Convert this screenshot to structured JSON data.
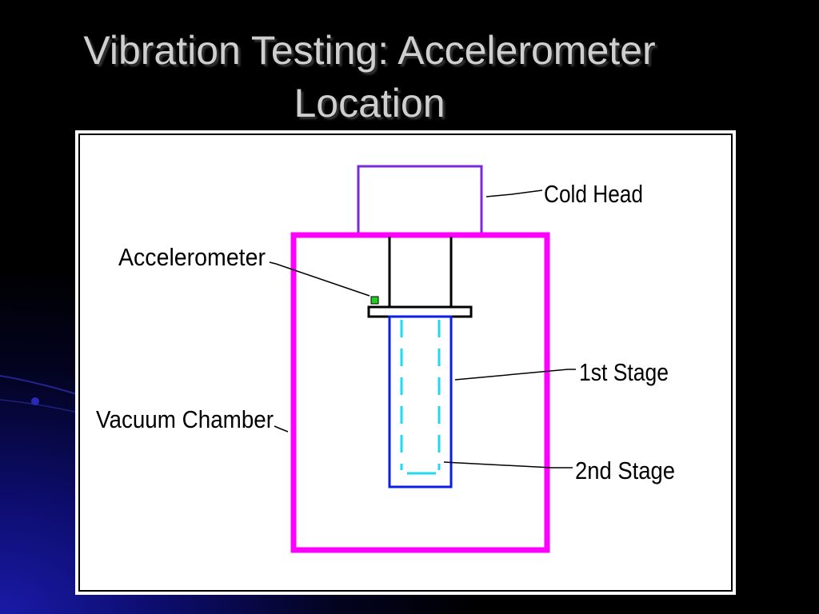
{
  "slide": {
    "title": "Vibration Testing:  Accelerometer\nLocation"
  },
  "diagram": {
    "labels": {
      "cold_head": "Cold Head",
      "accelerometer": "Accelerometer",
      "vacuum_chamber": "Vacuum Chamber",
      "first_stage": "1st Stage",
      "second_stage": "2nd Stage"
    },
    "colors": {
      "cold_head": "#7a2bd6",
      "vacuum_chamber": "#ff00ff",
      "first_stage": "#0a1ee6",
      "second_stage": "#22d8ee",
      "accelerometer": "#22cc22",
      "leader_lines": "#000000"
    }
  }
}
